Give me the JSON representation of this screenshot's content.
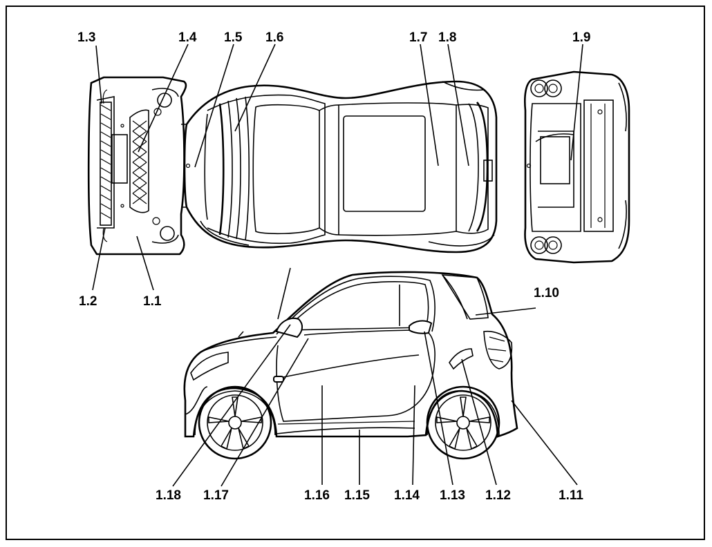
{
  "labels": {
    "l1_1": "1.1",
    "l1_2": "1.2",
    "l1_3": "1.3",
    "l1_4": "1.4",
    "l1_5": "1.5",
    "l1_6": "1.6",
    "l1_7": "1.7",
    "l1_8": "1.8",
    "l1_9": "1.9",
    "l1_10": "1.10",
    "l1_11": "1.11",
    "l1_12": "1.12",
    "l1_13": "1.13",
    "l1_14": "1.14",
    "l1_15": "1.15",
    "l1_16": "1.16",
    "l1_17": "1.17",
    "l1_18": "1.18"
  },
  "colors": {
    "line": "#000000",
    "background": "#ffffff"
  }
}
